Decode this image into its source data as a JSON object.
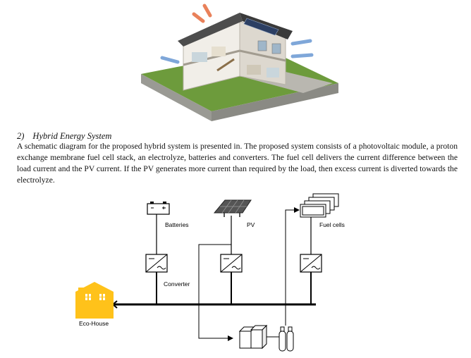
{
  "section": {
    "number": "2)",
    "title": "Hybrid Energy System"
  },
  "paragraph": "A schematic diagram for the proposed hybrid system is presented in. The proposed system consists of a photovoltaic module, a proton exchange membrane fuel cell stack, an electrolyze, batteries and converters. The fuel cell delivers the current difference between the load current and the PV current. If the PV generates more current than required by the load, then excess current is diverted towards the electrolyze.",
  "diagram": {
    "labels": {
      "batteries": "Batteries",
      "pv": "PV",
      "fuel_cells": "Fuel cells",
      "converter": "Converter",
      "eco_house": "Eco-House"
    }
  },
  "colors": {
    "house_yellow": "#ffc21a",
    "bus_line": "#000000",
    "panel_dark": "#555555"
  }
}
